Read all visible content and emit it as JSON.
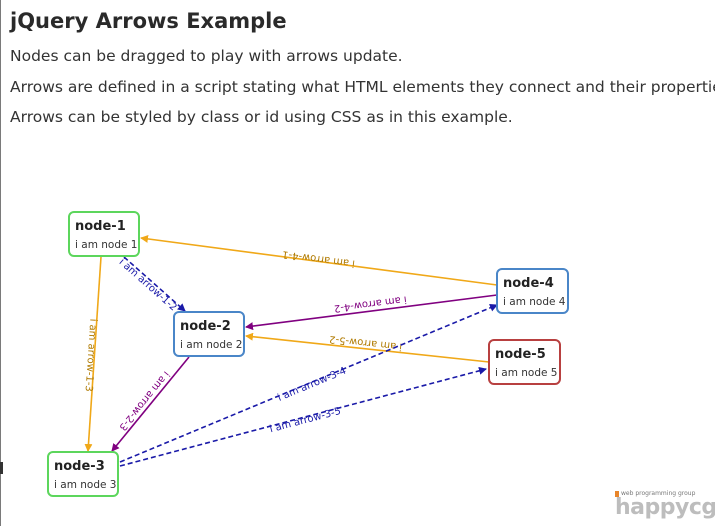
{
  "page": {
    "title": "jQuery Arrows Example",
    "paragraphs": [
      "Nodes can be dragged to play with arrows update.",
      "Arrows are defined in a script stating what HTML elements they connect and their properties.",
      "Arrows can be styled by class or id using CSS as in this example."
    ]
  },
  "nodes": {
    "node1": {
      "title": "node-1",
      "subtitle": "i am node 1",
      "border": "#5cd65c"
    },
    "node2": {
      "title": "node-2",
      "subtitle": "i am node 2",
      "border": "#4a86c8"
    },
    "node3": {
      "title": "node-3",
      "subtitle": "i am node 3",
      "border": "#5cd65c"
    },
    "node4": {
      "title": "node-4",
      "subtitle": "i am node 4",
      "border": "#4a86c8"
    },
    "node5": {
      "title": "node-5",
      "subtitle": "i am node 5",
      "border": "#b84040"
    }
  },
  "arrows": {
    "a41": {
      "label": "i am arrow-4-1",
      "color": "#f0a818",
      "style": "solid",
      "from": "node-4",
      "to": "node-1"
    },
    "a12": {
      "label": "i am arrow-1-2",
      "color": "#1a1aa8",
      "style": "dashed",
      "from": "node-1",
      "to": "node-2"
    },
    "a13": {
      "label": "i am arrow-1-3",
      "color": "#f0a818",
      "style": "solid",
      "from": "node-1",
      "to": "node-3"
    },
    "a42": {
      "label": "i am arrow-4-2",
      "color": "#800080",
      "style": "solid",
      "from": "node-4",
      "to": "node-2"
    },
    "a52": {
      "label": "i am arrow-5-2",
      "color": "#f0a818",
      "style": "solid",
      "from": "node-5",
      "to": "node-2"
    },
    "a23": {
      "label": "i am arrow-2-3",
      "color": "#800080",
      "style": "solid",
      "from": "node-2",
      "to": "node-3"
    },
    "a34": {
      "label": "i am arrow-3-4",
      "color": "#1a1aa8",
      "style": "dashed",
      "from": "node-3",
      "to": "node-4"
    },
    "a35": {
      "label": "i am arrow-3-5",
      "color": "#1a1aa8",
      "style": "dashed",
      "from": "node-3",
      "to": "node-5"
    }
  },
  "logo": {
    "small": "web programming group",
    "big": "happycgi",
    "accent": "#e8852a"
  }
}
